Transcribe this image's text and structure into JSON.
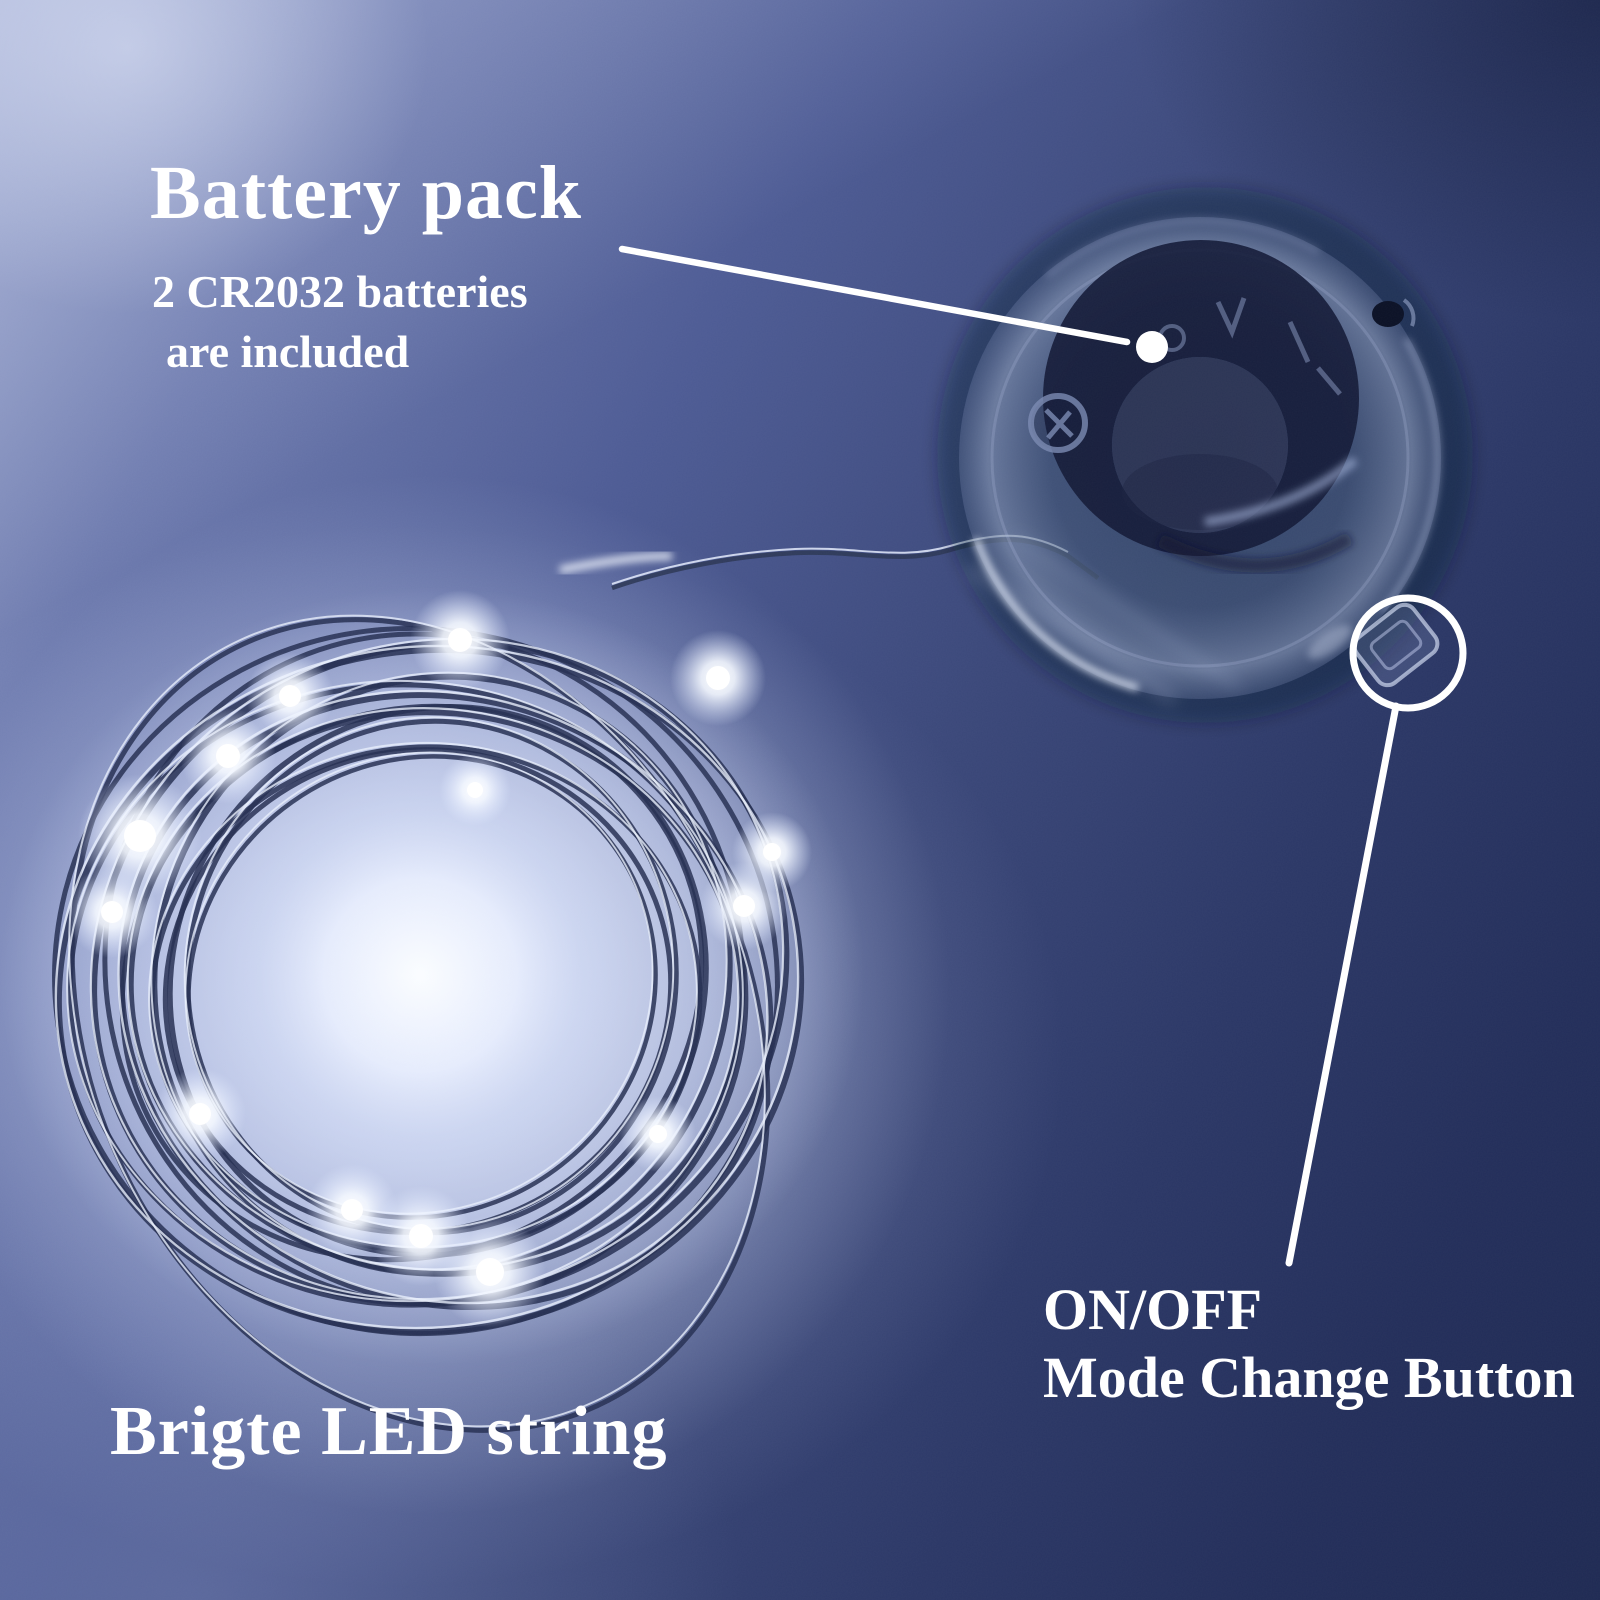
{
  "labels": {
    "battery_pack": {
      "title": "Battery pack",
      "subtitle_line1": "2 CR2032 batteries",
      "subtitle_line2": "are included"
    },
    "led_string": {
      "label": "Brigte LED string"
    },
    "mode_button": {
      "line1": "ON/OFF",
      "line2": "Mode Change Button"
    }
  },
  "annotations": {
    "callout_line_battery": "white pointer line from title to battery pack",
    "callout_dot": "white dot on battery pack",
    "callout_circle": "white circle around mode button",
    "callout_line_button": "white pointer line from circle to ON/OFF label"
  },
  "colors": {
    "text": "#ffffff",
    "annotation": "#ffffff",
    "background_light": "#9aa5cc",
    "background_mid": "#4d5b94",
    "background_dark": "#1f2a53",
    "led_glow": "#f2f6ff",
    "wire_dark": "#262f52"
  }
}
